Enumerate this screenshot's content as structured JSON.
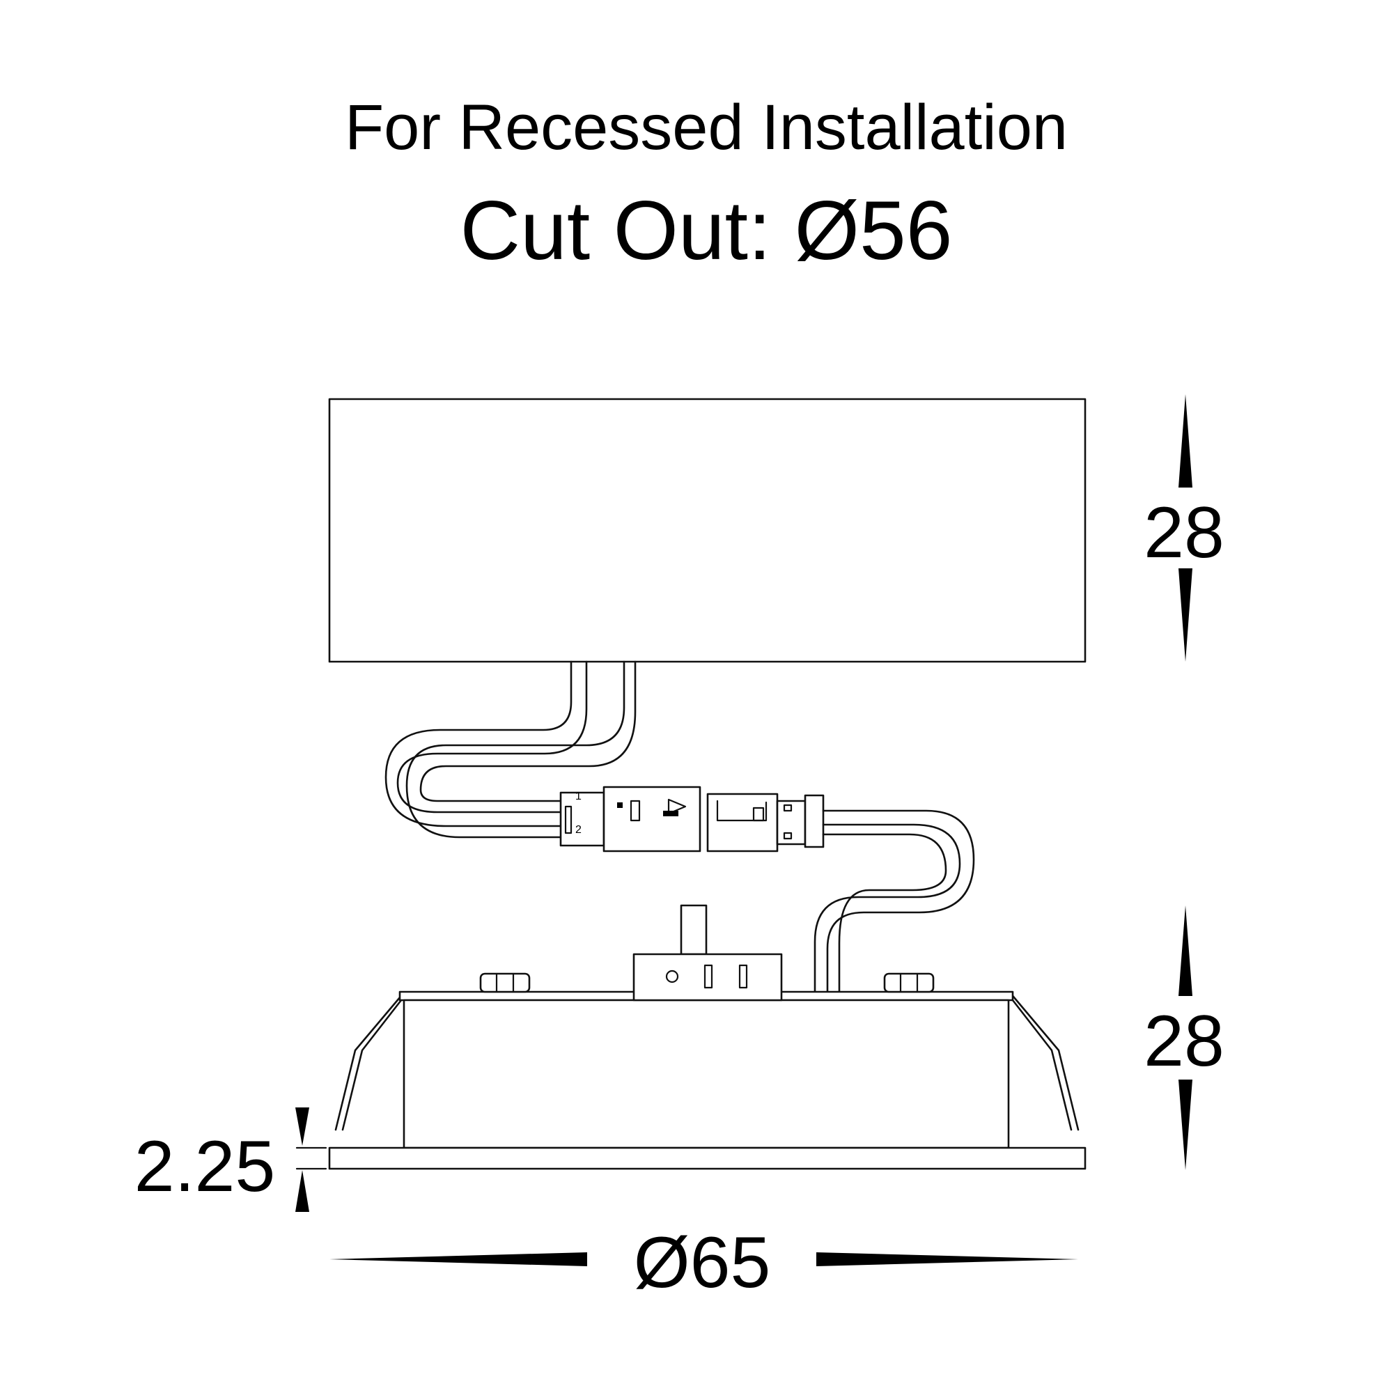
{
  "header": {
    "title": "For Recessed Installation",
    "cutout": "Cut Out: Ø56"
  },
  "dimensions": {
    "driver_height": "28",
    "fitting_height": "28",
    "flange_thickness": "2.25",
    "diameter": "Ø65"
  },
  "connector": {
    "pin_label_1": "1",
    "pin_label_2": "2"
  }
}
